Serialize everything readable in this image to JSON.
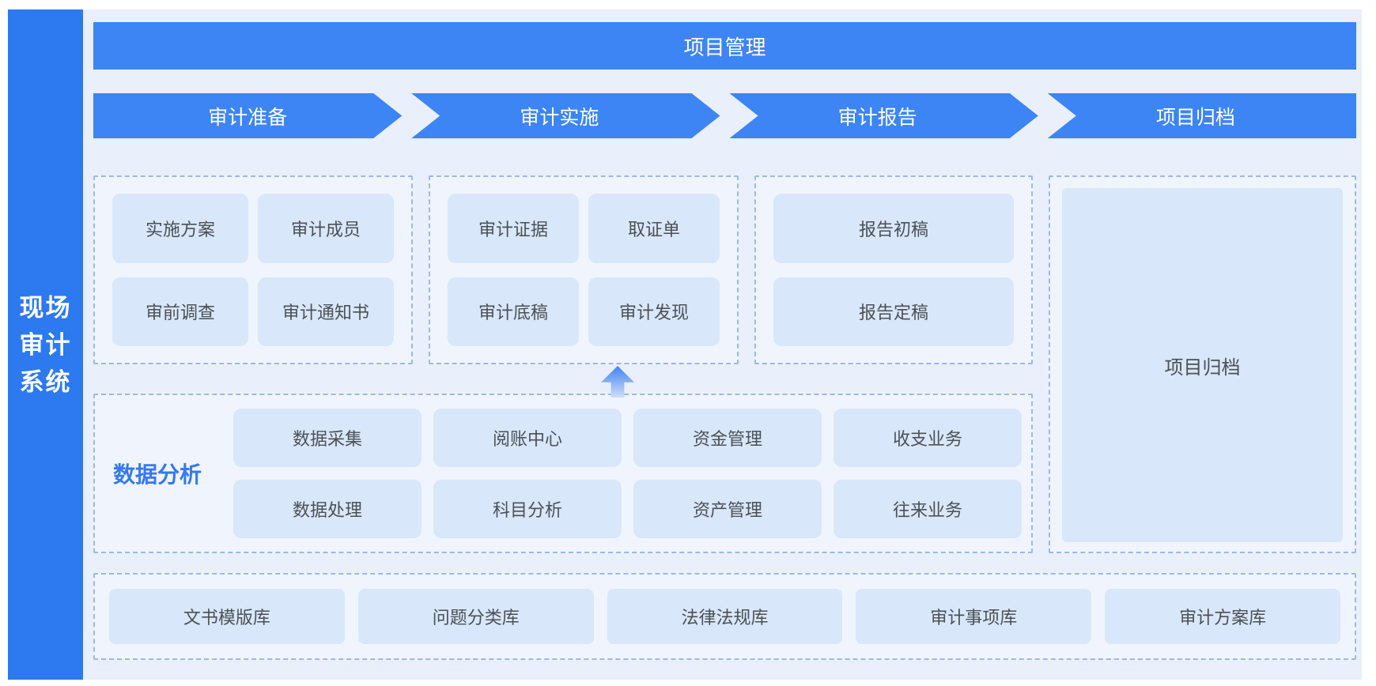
{
  "sidebar": {
    "title_lines": [
      "现场",
      "审计",
      "系统"
    ]
  },
  "banner": {
    "title": "项目管理"
  },
  "phases": [
    {
      "label": "审计准备"
    },
    {
      "label": "审计实施"
    },
    {
      "label": "审计报告"
    },
    {
      "label": "项目归档"
    }
  ],
  "groups": {
    "preparation": {
      "items": [
        "实施方案",
        "审计成员",
        "审前调查",
        "审计通知书"
      ]
    },
    "implementation": {
      "items": [
        "审计证据",
        "取证单",
        "审计底稿",
        "审计发现"
      ]
    },
    "report": {
      "items": [
        "报告初稿",
        "报告定稿"
      ]
    },
    "archive": {
      "label": "项目归档"
    }
  },
  "data_analysis": {
    "label": "数据分析",
    "items": [
      "数据采集",
      "阅账中心",
      "资金管理",
      "收支业务",
      "数据处理",
      "科目分析",
      "资产管理",
      "往来业务"
    ]
  },
  "libraries": {
    "items": [
      "文书模版库",
      "问题分类库",
      "法律法规库",
      "审计事项库",
      "审计方案库"
    ]
  },
  "icons": {
    "up_arrow": "up-arrow-icon"
  },
  "colors": {
    "sidebar_blue": "#2c79f0",
    "banner_blue": "#3d85f4",
    "panel_bg": "#e9effb",
    "container_bg": "#f0f5fd",
    "dashed_border": "#9cb8e8",
    "card_bg": "#d9e7fa",
    "card_text": "#4b5056",
    "da_label_blue": "#3479f1"
  }
}
